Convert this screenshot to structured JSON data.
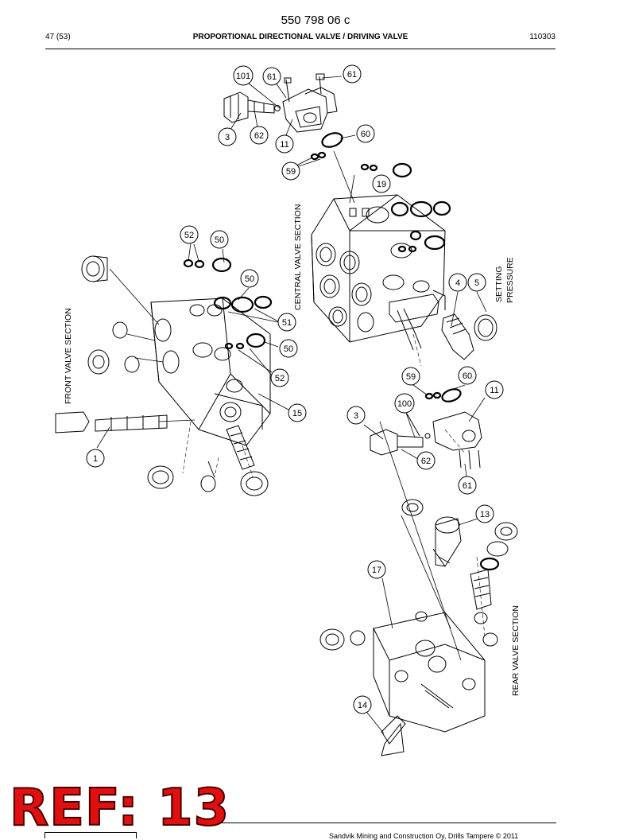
{
  "header": {
    "doc_number": "550 798 06 c",
    "page": "47 (53)",
    "title": "PROPORTIONAL DIRECTIONAL VALVE / DRIVING VALVE",
    "date_code": "110303"
  },
  "section_labels": {
    "front": "FRONT VALVE SECTION",
    "central": "CENTRAL VALVE SECTION",
    "rear": "REAR VALVE SECTION",
    "setting_1": "SETTING",
    "setting_2": "PRESSURE"
  },
  "callouts": {
    "c101": "101",
    "c61a": "61",
    "c61b": "61",
    "c3a": "3",
    "c62a": "62",
    "c11a": "11",
    "c60a": "60",
    "c59a": "59",
    "c19": "19",
    "c52a": "52",
    "c50a": "50",
    "c50b": "50",
    "c51": "51",
    "c50c": "50",
    "c52b": "52",
    "c15": "15",
    "c1": "1",
    "c4": "4",
    "c5": "5",
    "c59b": "59",
    "c60b": "60",
    "c11b": "11",
    "c100": "100",
    "c3b": "3",
    "c62b": "62",
    "c61c": "61",
    "c13": "13",
    "c17": "17",
    "c14": "14"
  },
  "stamp": "REF: 13",
  "footer": "Sandvik Mining and Construction Oy, Drills Tampere © 2011"
}
